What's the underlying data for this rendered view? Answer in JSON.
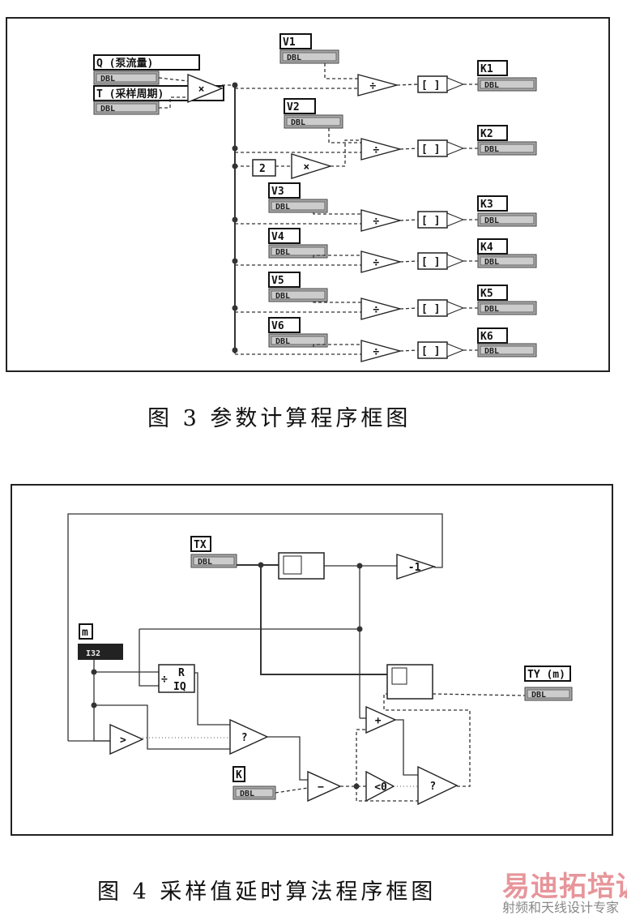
{
  "figure3": {
    "caption": "图 3   参数计算程序框图",
    "inputs": [
      {
        "label": "Q (泵流量)",
        "type": "DBL"
      },
      {
        "label": "T (采样周期)",
        "type": "DBL"
      }
    ],
    "multiply_op": "×",
    "constant": "2",
    "divide_op": "÷",
    "round_op": "[ ]",
    "rows": [
      {
        "v": "V1",
        "v_type": "DBL",
        "k": "K1",
        "k_type": "DBL"
      },
      {
        "v": "V2",
        "v_type": "DBL",
        "k": "K2",
        "k_type": "DBL"
      },
      {
        "v": "V3",
        "v_type": "DBL",
        "k": "K3",
        "k_type": "DBL"
      },
      {
        "v": "V4",
        "v_type": "DBL",
        "k": "K4",
        "k_type": "DBL"
      },
      {
        "v": "V5",
        "v_type": "DBL",
        "k": "K5",
        "k_type": "DBL"
      },
      {
        "v": "V6",
        "v_type": "DBL",
        "k": "K6",
        "k_type": "DBL"
      }
    ]
  },
  "figure4": {
    "caption": "图 4   采样值延时算法程序框图",
    "tx": {
      "label": "TX",
      "type": "DBL"
    },
    "m": {
      "label": "m",
      "type": "I32"
    },
    "k": {
      "label": "K",
      "type": "DBL"
    },
    "ty": {
      "label": "TY (m)",
      "type": "DBL"
    },
    "decrement_op": "-1",
    "quotient_r": "R",
    "quotient_iq": "IQ",
    "quotient_op": "÷",
    "greater_op": ">",
    "subtract_op": "−",
    "add_op": "+",
    "less_zero_op": "<0",
    "select_op": "?"
  },
  "watermark": {
    "brand": "易迪拓培训",
    "slogan": "射频和天线设计专家"
  }
}
